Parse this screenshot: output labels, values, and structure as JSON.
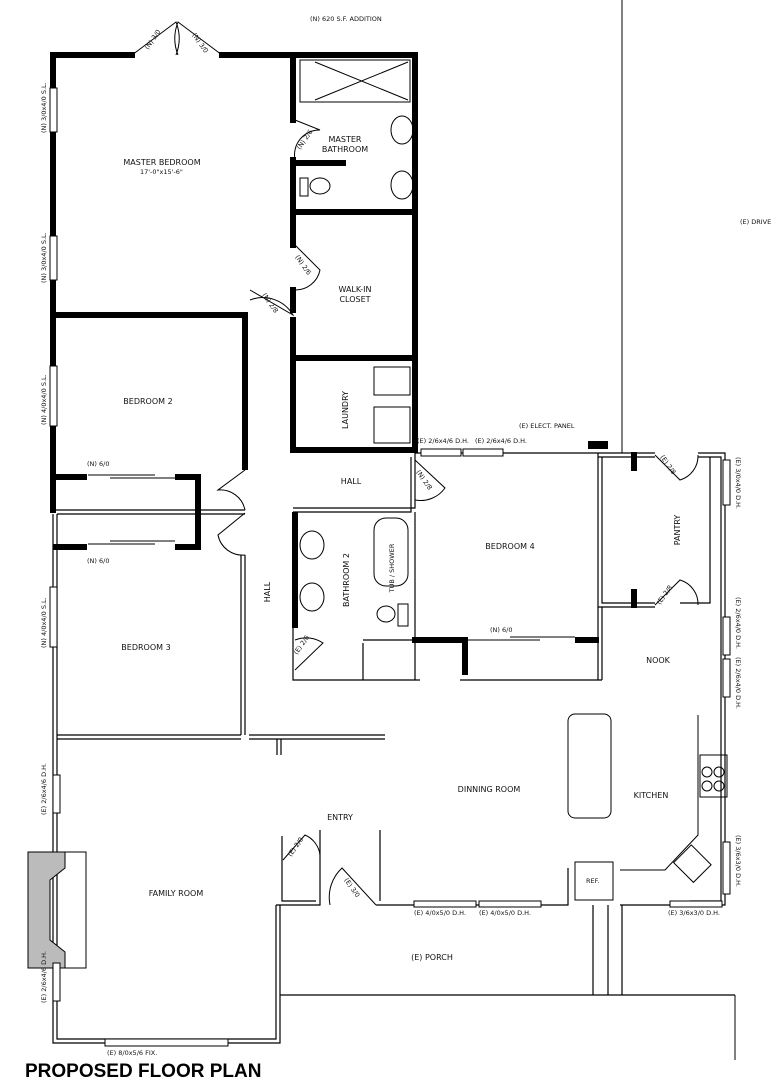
{
  "title": "PROPOSED FLOOR PLAN",
  "notes": {
    "addition": "(N) 620 S.F. ADDITION",
    "drive": "(E) DRIVE",
    "elect_panel": "(E) ELECT. PANEL"
  },
  "rooms": {
    "master_bedroom": "MASTER BEDROOM",
    "master_bedroom_size": "17'-0\"x15'-6\"",
    "master_bathroom_1": "MASTER",
    "master_bathroom_2": "BATHROOM",
    "walkin_1": "WALK-IN",
    "walkin_2": "CLOSET",
    "laundry": "LAUNDRY",
    "bedroom2": "BEDROOM 2",
    "bedroom3": "BEDROOM 3",
    "bedroom4": "BEDROOM 4",
    "hall": "HALL",
    "hall_vertical": "HALL",
    "bathroom2": "BATHROOM 2",
    "tub": "TUB / SHOWER",
    "pantry": "PANTRY",
    "nook": "NOOK",
    "dining": "DINNING ROOM",
    "kitchen": "KITCHEN",
    "entry": "ENTRY",
    "family": "FAMILY ROOM",
    "porch": "(E) PORCH",
    "ref": "REF."
  },
  "doors": {
    "master_left": "(N) 3/0",
    "master_right": "(N) 3/0",
    "master_bath": "(N) 2/6",
    "walkin": "(N) 2/6",
    "master_bed": "(N) 2/8",
    "bed4": "(N) 2/8",
    "pantry_top": "(E) 2/8",
    "pantry_bottom": "(E) 2/8",
    "bath2": "(E) 2/6",
    "entry_closet": "(E) 2/0",
    "entry_front": "(E) 3/0",
    "closet_bed2": "(N) 6/0",
    "closet_bed3": "(N) 6/0",
    "closet_bed4": "(N) 6/0"
  },
  "windows": {
    "mb_upper": "(N) 3/0x4/0 S.L.",
    "mb_lower": "(N) 3/0x4/0 S.L.",
    "bed2": "(N) 4/0x4/0 S.L.",
    "bed3": "(N) 4/0x4/0 S.L.",
    "bed4_a": "(E) 2/6x4/6 D.H.",
    "bed4_b": "(E) 2/6x4/6 D.H.",
    "pantry": "(E) 3/0x4/0 D.H.",
    "nook_a": "(E) 2/6x4/0 D.H.",
    "nook_b": "(E) 2/6x4/0 D.H.",
    "kitchen": "(E) 3/6x3/0 D.H.",
    "family_upper": "(E) 2/6x4/6 D.H.",
    "family_lower": "(E) 2/6x4/6 D.H.",
    "family_bottom": "(E) 8/0x5/6 FIX.",
    "dining_a": "(E) 4/0x5/0 D.H.",
    "dining_b": "(E) 4/0x5/0 D.H.",
    "kitchen_bottom": "(E) 3/6x3/0 D.H."
  }
}
